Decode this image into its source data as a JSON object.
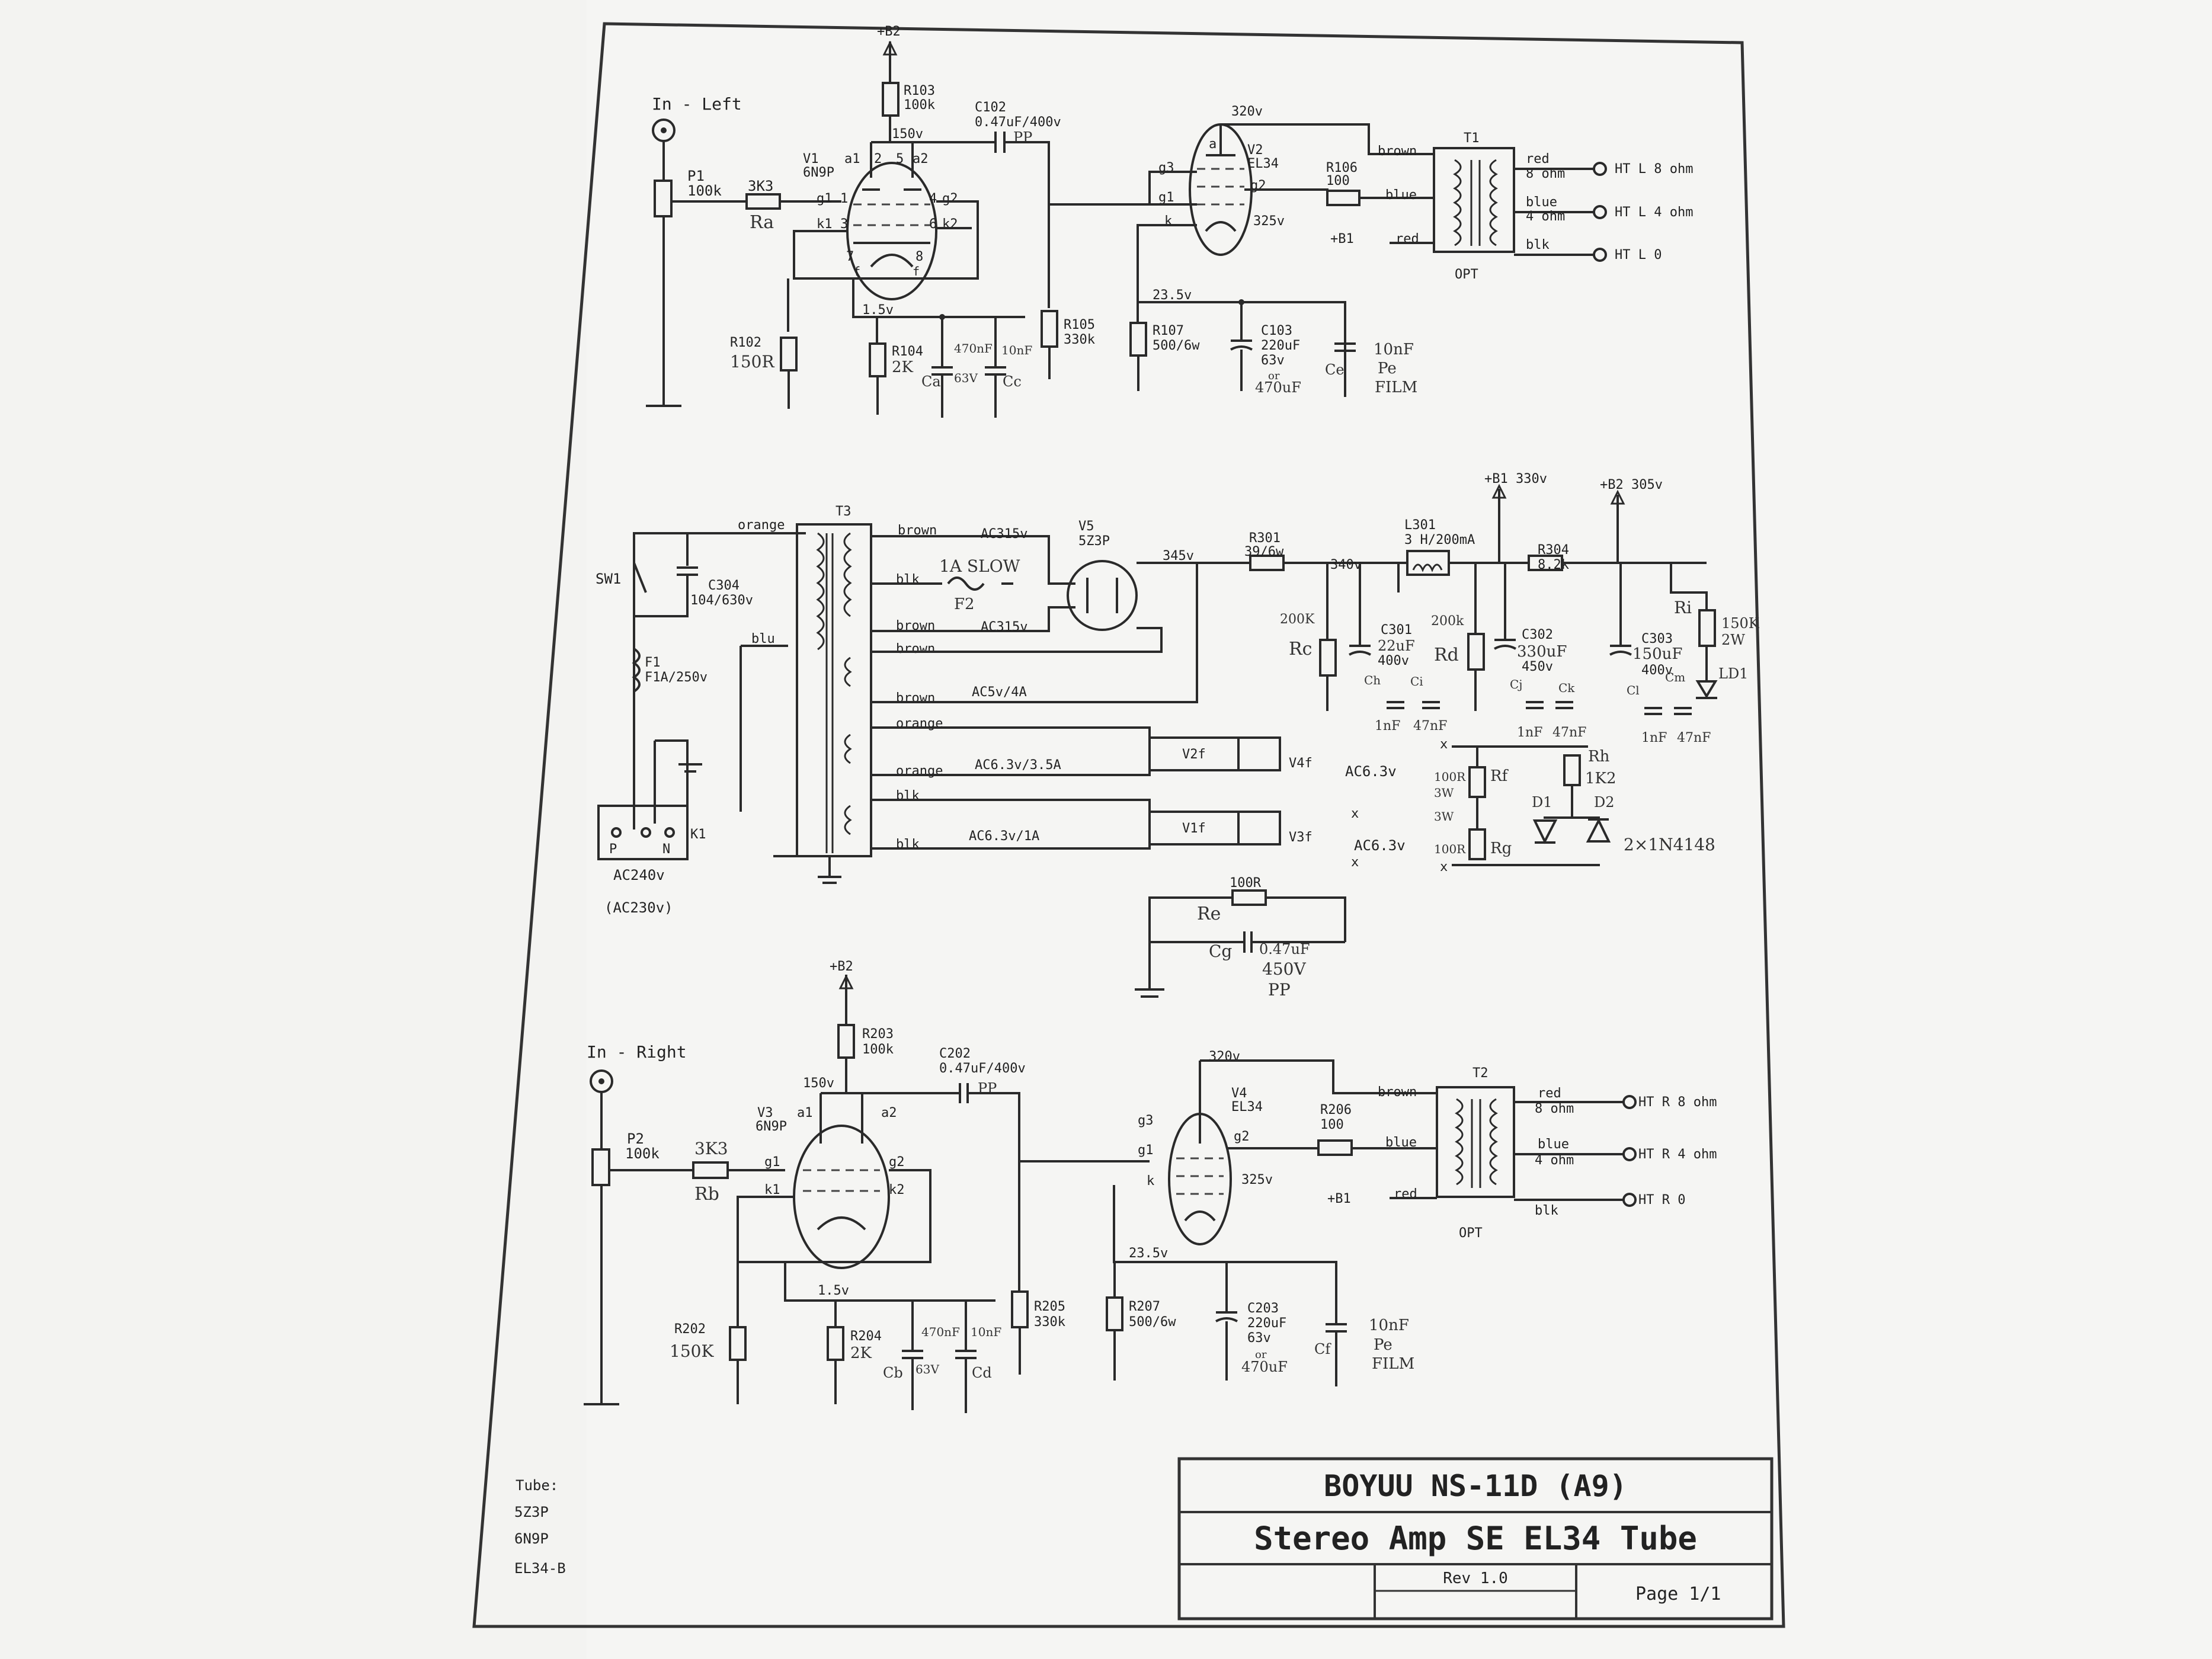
{
  "title_block": {
    "title": "BOYUU NS-11D (A9)",
    "subtitle": "Stereo Amp SE EL34 Tube",
    "revision": "Rev 1.0",
    "page": "Page 1/1"
  },
  "tube_list": {
    "heading": "Tube:",
    "items": [
      "5Z3P",
      "6N9P",
      "EL34-B"
    ]
  },
  "left_channel": {
    "input": "In - Left",
    "p1": "P1",
    "p1_val": "100k",
    "r_in": "3K3",
    "r_in_hand": "Ra",
    "r102": "R102",
    "r102_hand": "150R",
    "b2": "+B2",
    "r103": "R103",
    "r103_val": "100k",
    "v1": "V1",
    "v1_type": "6N9P",
    "pins": {
      "a1": "a1",
      "a2": "a2",
      "g1": "g1",
      "g2": "g2",
      "k1": "k1",
      "k2": "k2",
      "p1": "1",
      "p2": "2",
      "p3": "3",
      "p4": "4",
      "p5": "5",
      "p6": "6",
      "p7": "7",
      "p8": "8",
      "f": "f"
    },
    "v150": "150v",
    "c102": "C102",
    "c102_val": "0.47uF/400v",
    "c102_hand": "PP",
    "v1_5": "1.5v",
    "r104": "R104",
    "r104_hand": "2K",
    "ca_val": "470nF",
    "ca_v": "63V",
    "ca": "Ca",
    "cc_val": "10nF",
    "cc": "Cc",
    "r105": "R105",
    "r105_val": "330k",
    "v2": "V2",
    "v2_type": "EL34",
    "v320": "320v",
    "v325": "325v",
    "v23_5": "23.5v",
    "g3": "g3",
    "g1": "g1",
    "k": "k",
    "a": "a",
    "g2": "g2",
    "r106": "R106",
    "r106_val": "100",
    "r107": "R107",
    "r107_val": "500/6w",
    "c103": "C103",
    "c103_val": "220uF",
    "c103_v": "63v",
    "c103_or": "or",
    "c103_alt": "470uF",
    "ce_val": "10nF",
    "ce_pe": "Pe",
    "ce_film": "FILM",
    "ce": "Ce",
    "t1": "T1",
    "opt": "OPT",
    "brown": "brown",
    "blue": "blue",
    "red": "red",
    "blk": "blk",
    "b1": "+B1",
    "red8": "red",
    "ohm8": "8 ohm",
    "blue4": "blue",
    "ohm4": "4 ohm",
    "blk0": "blk",
    "out8": "HT L 8 ohm",
    "out4": "HT L 4 ohm",
    "out0": "HT L 0"
  },
  "right_channel": {
    "input": "In - Right",
    "p2": "P2",
    "p2_val": "100k",
    "r_in": "3K3",
    "r_in_hand": "Rb",
    "r202": "R202",
    "r202_hand": "150K",
    "b2": "+B2",
    "r203": "R203",
    "r203_val": "100k",
    "v3": "V3",
    "v3_type": "6N9P",
    "v150": "150v",
    "c202": "C202",
    "c202_val": "0.47uF/400v",
    "c202_hand": "PP",
    "v1_5": "1.5v",
    "r204": "R204",
    "r204_hand": "2K",
    "cb_val": "470nF",
    "cb_v": "63V",
    "cb": "Cb",
    "cd_val": "10nF",
    "cd": "Cd",
    "r205": "R205",
    "r205_val": "330k",
    "v4": "V4",
    "v4_type": "EL34",
    "v320": "320v",
    "v325": "325v",
    "v23_5": "23.5v",
    "r206": "R206",
    "r206_val": "100",
    "r207": "R207",
    "r207_val": "500/6w",
    "c203": "C203",
    "c203_val": "220uF",
    "c203_v": "63v",
    "c203_or": "or",
    "c203_alt": "470uF",
    "cf_val": "10nF",
    "cf_pe": "Pe",
    "cf_film": "FILM",
    "cf": "Cf",
    "t2": "T2",
    "opt": "OPT",
    "b1": "+B1",
    "out8": "HT R 8 ohm",
    "out4": "HT R 4 ohm",
    "out0": "HT R 0"
  },
  "power_supply": {
    "sw1": "SW1",
    "c304": "C304",
    "c304_val": "104/630v",
    "f1": "F1",
    "f1_val": "F1A/250v",
    "k1": "K1",
    "p": "P",
    "n": "N",
    "ac240": "AC240v",
    "ac230": "(AC230v)",
    "t3": "T3",
    "w1": "orange",
    "w2": "blu",
    "w3": "brown",
    "w4": "blk",
    "w5": "brown",
    "w6": "brown",
    "w7": "brown",
    "w8": "orange",
    "w9": "orange",
    "w10": "blk",
    "w11": "blk",
    "ac315a": "AC315v",
    "ac315b": "AC315v",
    "f2_hand": "1A SLOW",
    "f2": "F2",
    "ac5v": "AC5v/4A",
    "ac63a": "AC6.3v/3.5A",
    "ac63b": "AC6.3v/1A",
    "v5": "V5",
    "v5_type": "5Z3P",
    "v345": "345v",
    "v340": "340v",
    "r301": "R301",
    "r301_val": "39/6w",
    "l301": "L301",
    "l301_val": "3 H/200mA",
    "b1_330": "+B1 330v",
    "b2_305": "+B2 305v",
    "r304": "R304",
    "r304_val": "8.2k",
    "rc_val": "200K",
    "rc": "Rc",
    "c301": "C301",
    "c301_val": "22uF",
    "c301_v": "400v",
    "rd_val": "200k",
    "rd": "Rd",
    "c302": "C302",
    "c302_val": "330uF",
    "c302_v": "450v",
    "c303": "C303",
    "c303_val": "150uF",
    "c303_v": "400v",
    "ri": "Ri",
    "ri_val": "150K",
    "ri_w": "2W",
    "ld1": "LD1",
    "ch": "Ch",
    "ci": "Ci",
    "cj": "Cj",
    "ck": "Ck",
    "cl": "Cl",
    "cm": "Cm",
    "cap1nf": "1nF",
    "cap47nf": "47nF",
    "v2f": "V2f",
    "v4f": "V4f",
    "v1f": "V1f",
    "v3f": "V3f",
    "ac63_1": "AC6.3v",
    "ac63_2": "AC6.3v",
    "rf_val": "100R",
    "rf_w": "3W",
    "rf": "Rf",
    "rg_val": "100R",
    "rg_w": "3W",
    "rg": "Rg",
    "rh": "Rh",
    "rh_val": "1K2",
    "d1": "D1",
    "d2": "D2",
    "diodes": "2×1N4148",
    "re_val": "100R",
    "re": "Re",
    "cg": "Cg",
    "cg_val": "0.47uF",
    "cg_v": "450V",
    "cg_pp": "PP",
    "x": "x"
  }
}
